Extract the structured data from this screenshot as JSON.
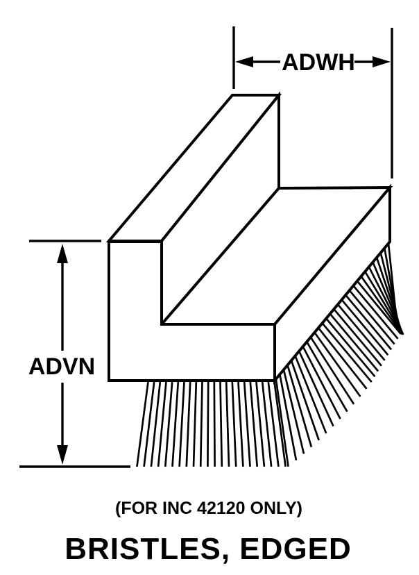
{
  "diagram": {
    "background_color": "#ffffff",
    "line_color": "#000000",
    "dimensions": {
      "width_label": "ADWH",
      "height_label": "ADVN"
    },
    "note": "(FOR INC 42120 ONLY)",
    "title": "BRISTLES, EDGED"
  }
}
